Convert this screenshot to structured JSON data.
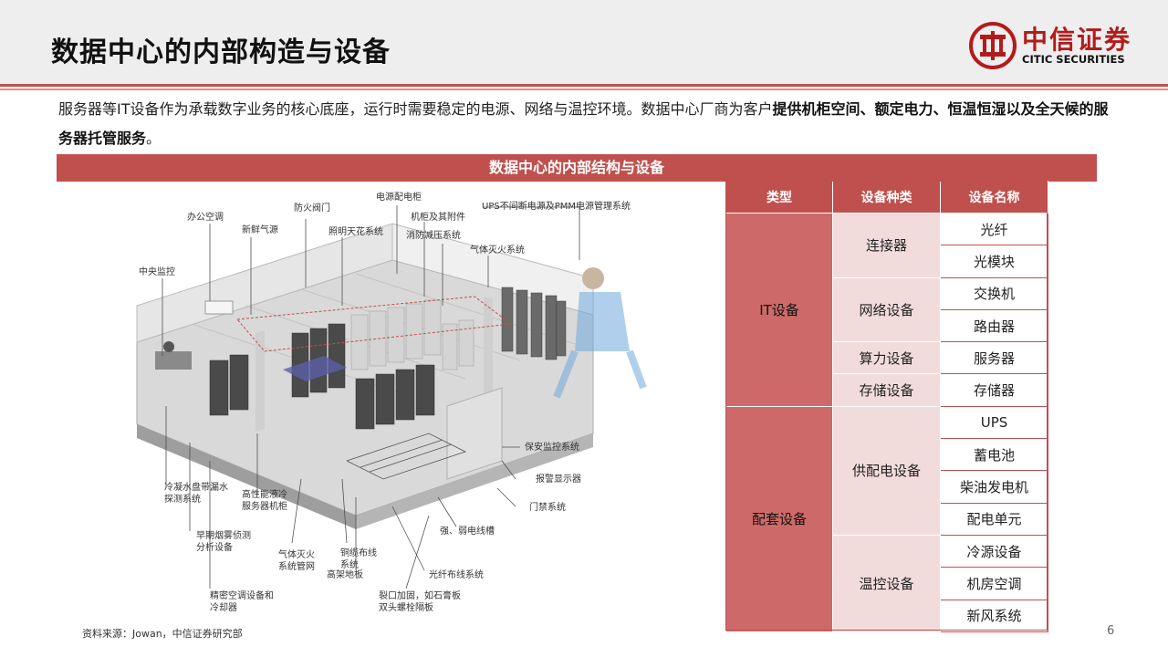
{
  "header": {
    "title": "数据中心的内部构造与设备",
    "logo_cn": "中信证券",
    "logo_en": "CITIC SECURITIES"
  },
  "intro": {
    "part1": "服务器等IT设备作为承载数字业务的核心底座，运行时需要稳定的电源、网络与温控环境。数据中心厂商为客户",
    "bold": "提供机柜空间、额定电力、恒温恒湿以及全天候的服务器托管服务",
    "part2": "。"
  },
  "figure": {
    "title": "数据中心的内部结构与设备",
    "labels": {
      "l01": "办公空调",
      "l02": "新鲜气源",
      "l03": "防火阀门",
      "l04": "照明天花系统",
      "l05": "电源配电柜",
      "l06": "机柜及其附件",
      "l07": "消防减压系统",
      "l08": "UPS不间断电源及PMM电源管理系统",
      "l09": "气体灭火系统",
      "l10": "中央监控",
      "l11": "保安监控系统",
      "l12": "报警显示器",
      "l13": "门禁系统",
      "l14": "强、弱电线槽",
      "l15": "冷凝水盘带漏水",
      "l15b": "探测系统",
      "l16": "高性能液冷",
      "l16b": "服务器机柜",
      "l17": "早期烟雾侦测",
      "l17b": "分析设备",
      "l18": "气体灭火",
      "l18b": "系统管网",
      "l19": "铜缆布线",
      "l19b": "系统",
      "l20": "高架地板",
      "l21": "光纤布线系统",
      "l22": "精密空调设备和",
      "l22b": "冷却器",
      "l23": "裂口加固，如石膏板",
      "l23b": "双头螺栓隔板"
    }
  },
  "table": {
    "headers": [
      "类型",
      "设备种类",
      "设备名称"
    ],
    "types": [
      "IT设备",
      "配套设备"
    ],
    "categories": [
      "连接器",
      "网络设备",
      "算力设备",
      "存储设备",
      "供配电设备",
      "温控设备"
    ],
    "names": [
      "光纤",
      "光模块",
      "交换机",
      "路由器",
      "服务器",
      "存储器",
      "UPS",
      "蓄电池",
      "柴油发电机",
      "配电单元",
      "冷源设备",
      "机房空调",
      "新风系统"
    ]
  },
  "footer": {
    "source": "资料来源：Jowan，中信证券研究部",
    "page": "6"
  },
  "colors": {
    "accent": "#c0504d",
    "type_cell": "#cd6a69",
    "category_cell": "#f2dcdb",
    "logo_red": "#b31b1b"
  }
}
